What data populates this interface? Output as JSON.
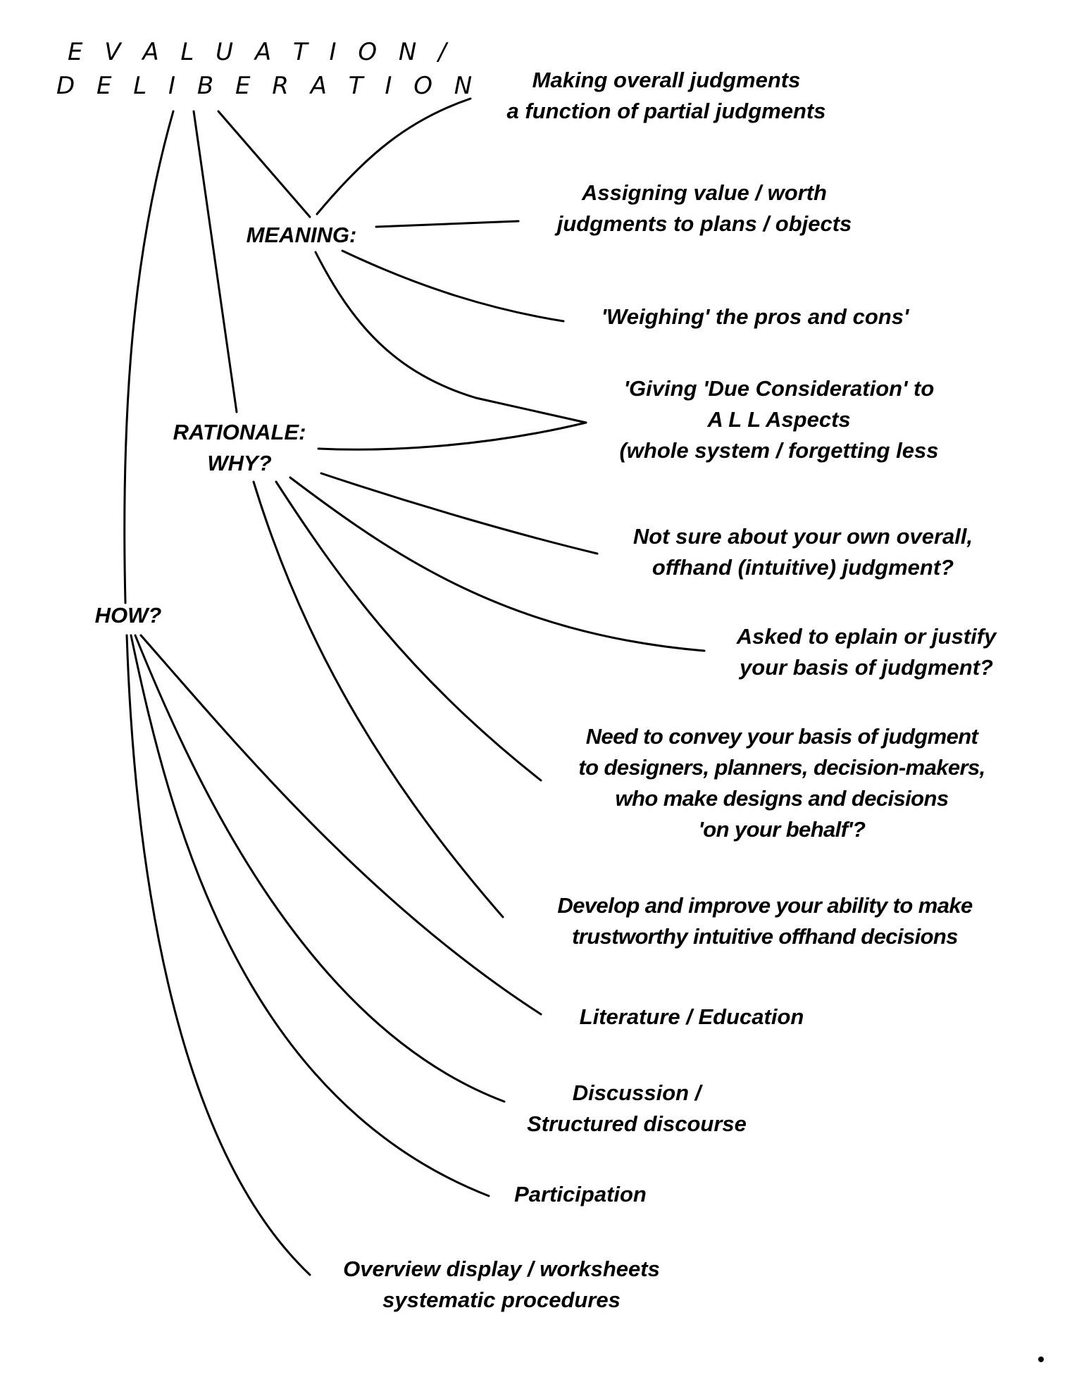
{
  "diagram": {
    "root": {
      "line1": "E V A L U A T I O N /",
      "line2": "D E L I B E R A T I O N"
    },
    "nodes": {
      "meaning": "MEANING:",
      "rationale_line1": "RATIONALE:",
      "rationale_line2": "WHY?",
      "how": "HOW?"
    },
    "meaning_items": [
      {
        "lines": [
          "Making overall judgments",
          "a function of partial judgments"
        ]
      },
      {
        "lines": [
          "Assigning value / worth",
          "judgments  to  plans / objects"
        ]
      },
      {
        "lines": [
          "'Weighing' the pros and cons'"
        ]
      },
      {
        "lines": [
          "'Giving 'Due Consideration' to",
          "A L L  Aspects",
          "(whole system / forgetting less"
        ]
      }
    ],
    "rationale_items": [
      {
        "lines": [
          "Not sure about your own overall,",
          "offhand  (intuitive)  judgment?"
        ]
      },
      {
        "lines": [
          "Asked to eplain or justify",
          "your basis of judgment?"
        ]
      },
      {
        "lines": [
          "Need to convey your basis of judgment",
          "to designers, planners, decision-makers,",
          "who make designs and decisions",
          "'on your behalf'?"
        ]
      },
      {
        "lines": [
          "Develop and improve your  ability to make",
          "trustworthy intuitive offhand decisions"
        ]
      }
    ],
    "how_items": [
      {
        "lines": [
          "Literature  / Education"
        ]
      },
      {
        "lines": [
          "Discussion /",
          "Structured discourse"
        ]
      },
      {
        "lines": [
          "Participation"
        ]
      },
      {
        "lines": [
          "Overview display / worksheets",
          "systematic procedures"
        ]
      }
    ],
    "stroke_color": "#000000",
    "background_color": "#ffffff"
  }
}
